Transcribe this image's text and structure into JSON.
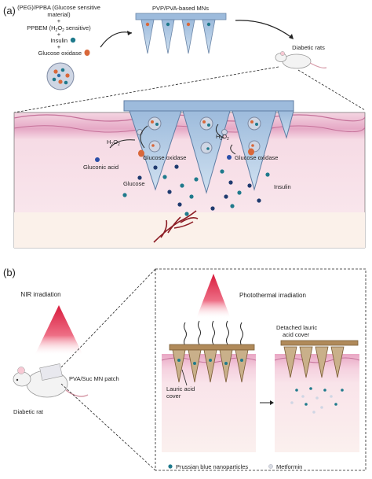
{
  "panel_a": {
    "tag": "(a)",
    "formula_lines": [
      "(PEG)/PPBA (Glucose sensitive",
      "material)",
      "+",
      "+"
    ],
    "ppbem": {
      "prefix": "PPBEM (H",
      "sub": "2",
      "middle": "O",
      "sub2": "2",
      "suffix": " sensitive)"
    },
    "insulin": "Insulin",
    "insulin_plus": "+",
    "glucose_oxidase": "Glucose oxidase",
    "mn_title": "PVP/PVA-based MNs",
    "rats": "Diabetic rats",
    "h2o2": {
      "h": "H",
      "sub1": "2",
      "o": "O",
      "sub2": "2"
    },
    "h2o2_right": {
      "h": "H",
      "sub1": "2",
      "o": "O",
      "sub2": "2"
    },
    "gluconic_acid": "Gluconic acid",
    "glucose_oxidase_mid": "Glucose oxidase",
    "glucose_oxidase_right": "Glucose oxidase",
    "glucose": "Glucose",
    "insulin_right": "Insulin"
  },
  "panel_b": {
    "tag": "(b)",
    "nir": "NIR irradiation",
    "patch": "PVA/Suc MN patch",
    "rat": "Diabetic rat",
    "photothermal": "Photothermal irradiation",
    "detached_line1": "Detached lauric",
    "detached_line2": "acid cover",
    "lauric_line1": "Lauric acid",
    "lauric_line2": "cover",
    "legend_pb": "Prussian blue nanoparticles",
    "legend_met": "Metformin"
  },
  "colors": {
    "skin_pink": "#f2c9d6",
    "skin_band": "#d98bb0",
    "dermis": "#f8e3ea",
    "mn_blue": "#a9c4e0",
    "insulin_teal": "#1f7a8c",
    "gox_orange": "#d9683a",
    "red_beam": "#d81b3c",
    "lauric_tan": "#b08a5a"
  }
}
